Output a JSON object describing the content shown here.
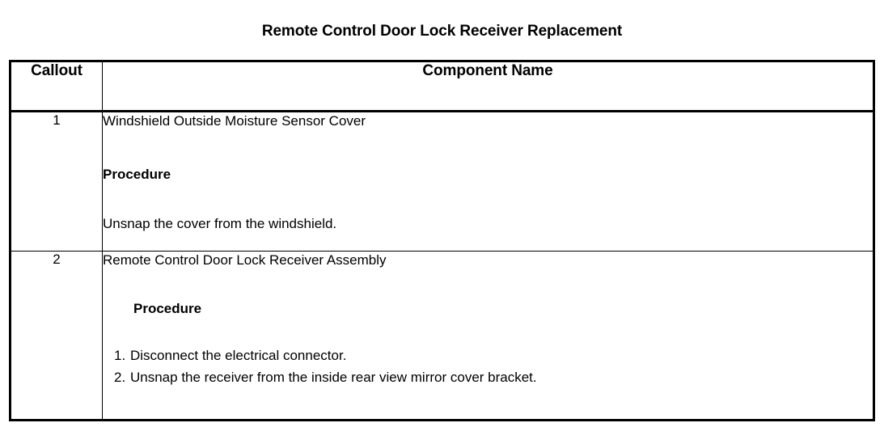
{
  "document": {
    "title": "Remote Control Door Lock Receiver Replacement"
  },
  "table": {
    "headers": {
      "callout": "Callout",
      "component": "Component Name"
    },
    "rows": [
      {
        "callout": "1",
        "component_name": "Windshield Outside Moisture Sensor Cover",
        "procedure_heading": "Procedure",
        "procedure_text": "Unsnap the cover from the windshield."
      },
      {
        "callout": "2",
        "component_name": "Remote Control Door Lock Receiver Assembly",
        "procedure_heading": "Procedure",
        "steps": [
          {
            "marker": "1.",
            "text": "Disconnect the electrical connector."
          },
          {
            "marker": "2.",
            "text": "Unsnap the receiver from the inside rear view mirror cover bracket."
          }
        ]
      }
    ]
  },
  "colors": {
    "text": "#000000",
    "background": "#ffffff",
    "border": "#000000"
  }
}
